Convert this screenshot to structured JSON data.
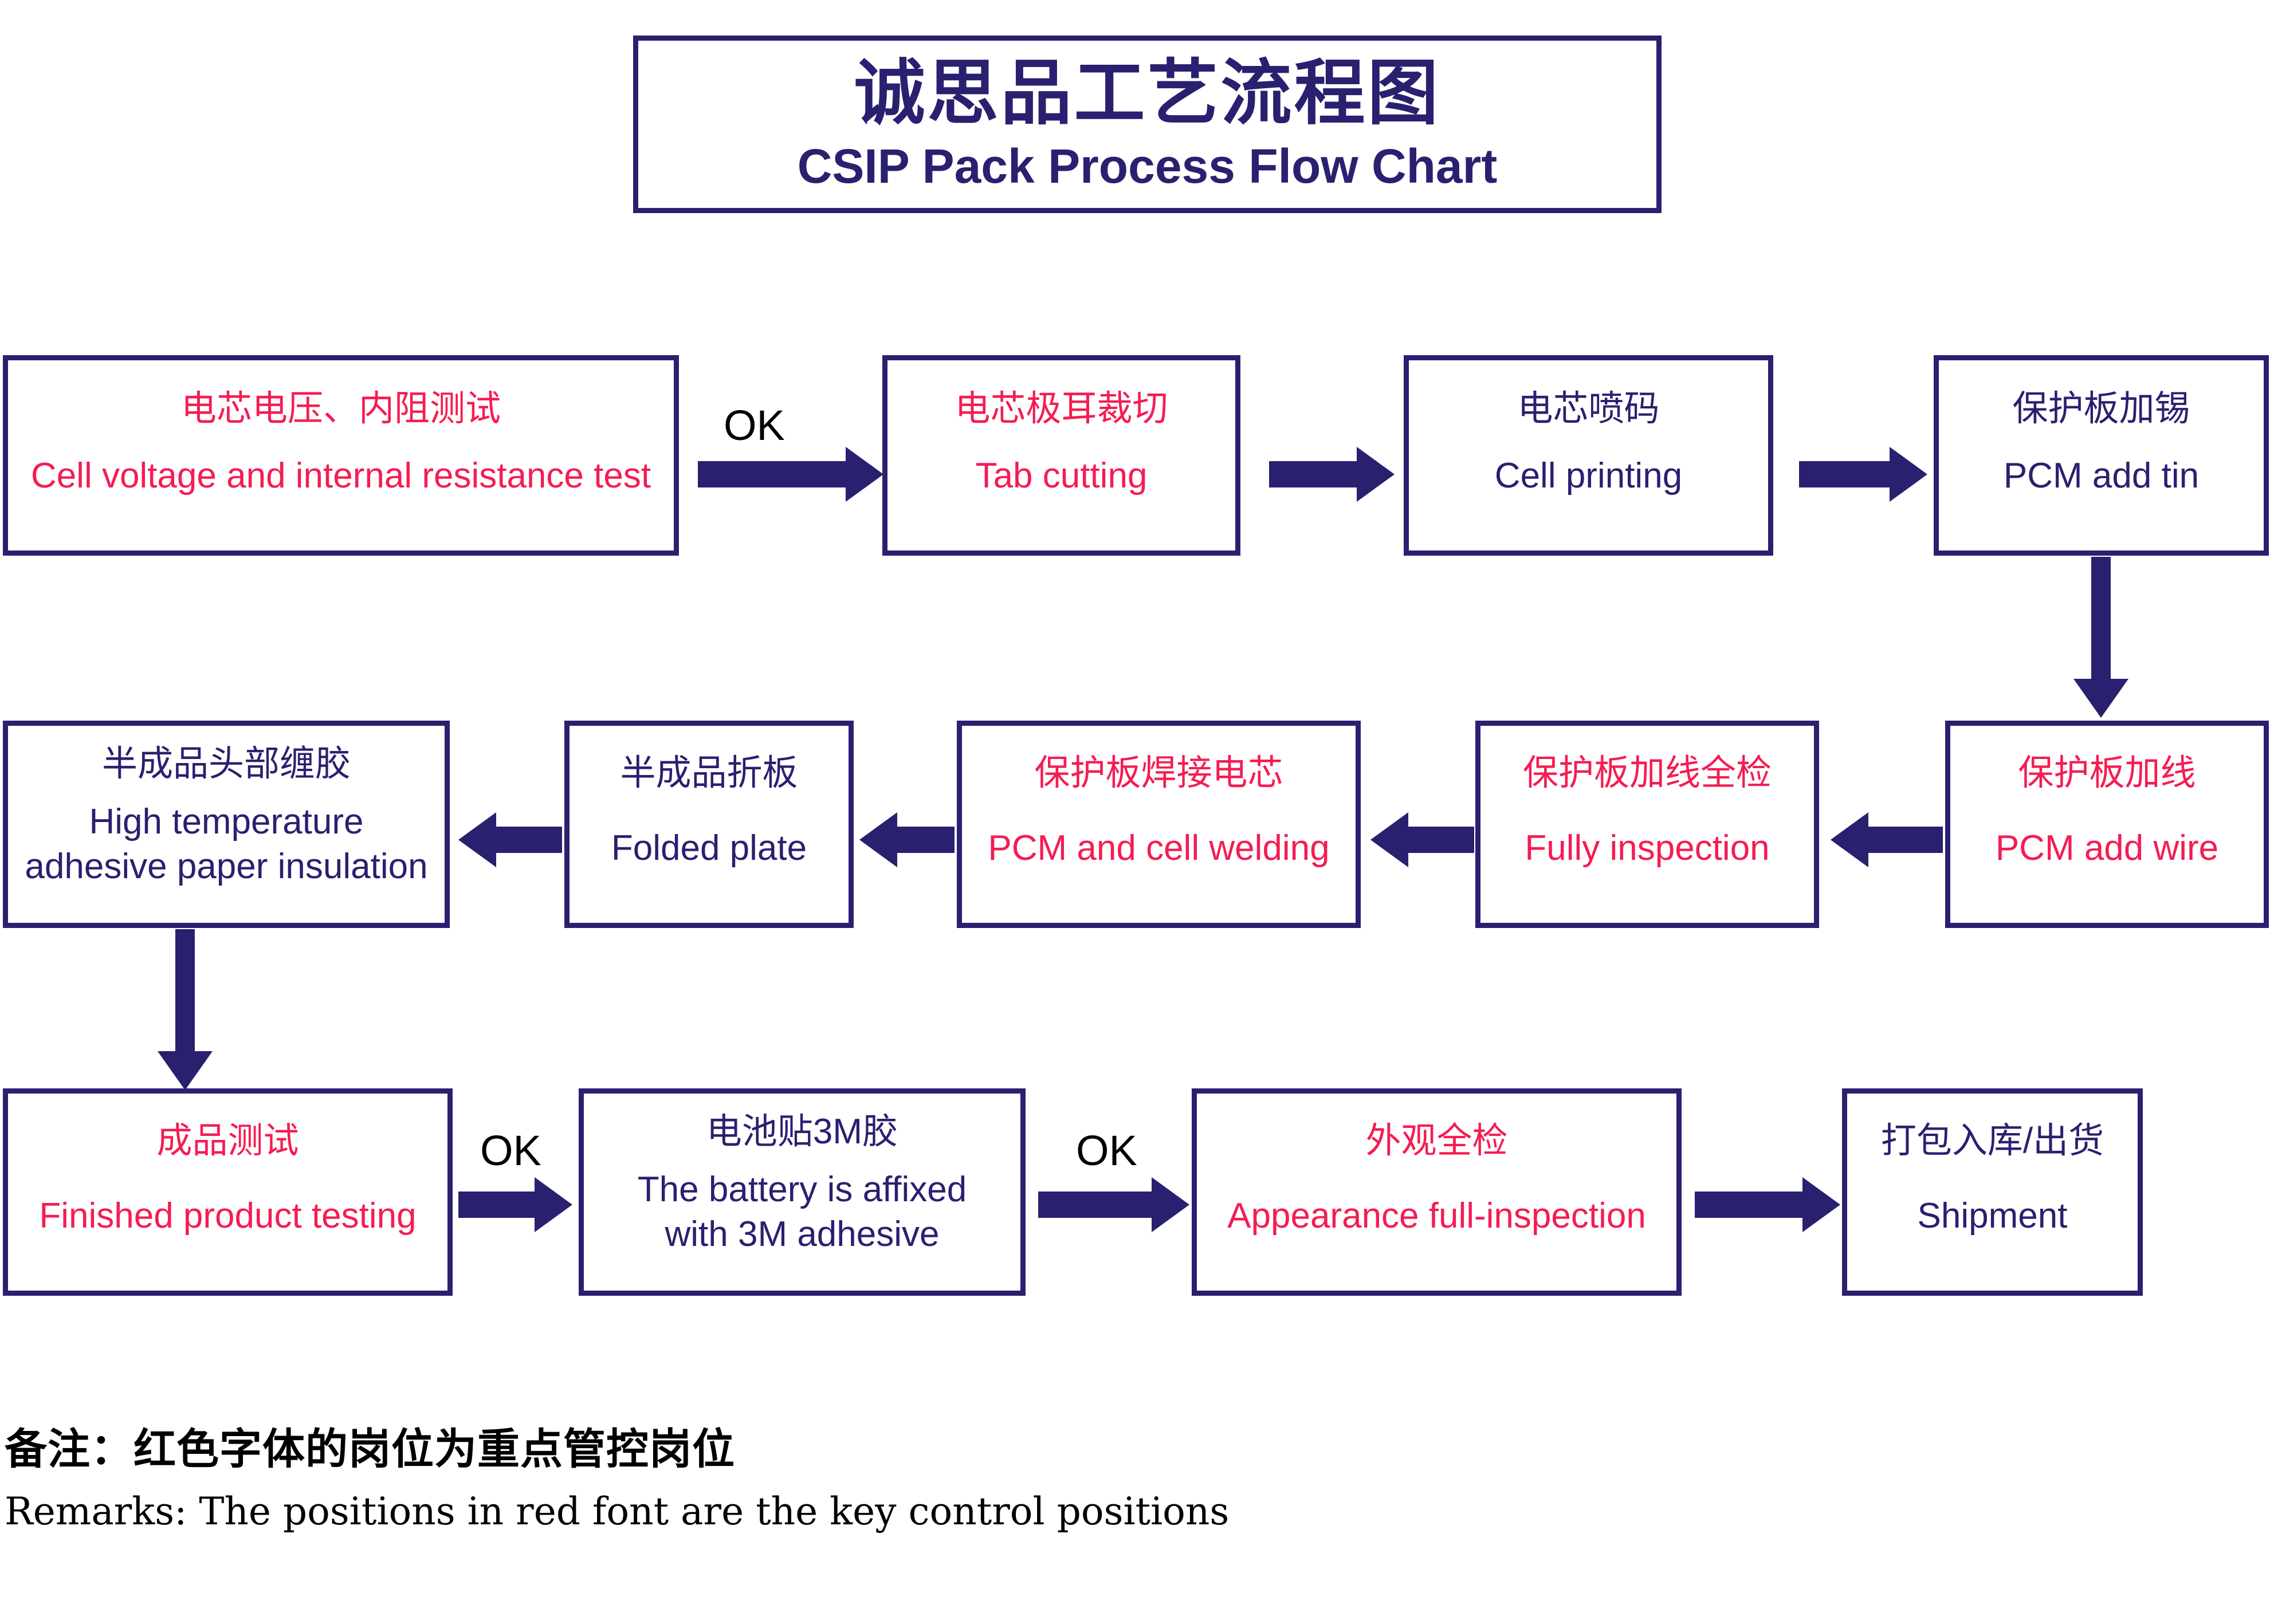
{
  "title": {
    "cn": "诚思品工艺流程图",
    "en": "CSIP Pack Process Flow Chart"
  },
  "colors": {
    "navy": "#2a2070",
    "red": "#f51c52",
    "black": "#000000",
    "background": "#ffffff"
  },
  "rows": [
    {
      "row": 1,
      "boxes": [
        {
          "cn": "电芯电压、内阻测试",
          "en": "Cell voltage and internal resistance test",
          "color": "red"
        },
        {
          "cn": "电芯极耳裁切",
          "en": "Tab cutting",
          "color": "red"
        },
        {
          "cn": "电芯喷码",
          "en": "Cell printing",
          "color": "navy"
        },
        {
          "cn": "保护板加锡",
          "en": "PCM add tin",
          "color": "navy"
        }
      ]
    },
    {
      "row": 2,
      "boxes": [
        {
          "cn": "半成品头部缠胶",
          "en_line1": "High temperature",
          "en_line2": "adhesive paper insulation",
          "color": "navy"
        },
        {
          "cn": "半成品折板",
          "en": "Folded plate",
          "color": "navy"
        },
        {
          "cn": "保护板焊接电芯",
          "en": "PCM and cell welding",
          "color": "red"
        },
        {
          "cn": "保护板加线全检",
          "en": "Fully inspection",
          "color": "red"
        },
        {
          "cn": "保护板加线",
          "en": "PCM add wire",
          "color": "red"
        }
      ]
    },
    {
      "row": 3,
      "boxes": [
        {
          "cn": "成品测试",
          "en": "Finished product testing",
          "color": "red"
        },
        {
          "cn": "电池贴3M胶",
          "en_line1": "The battery is affixed",
          "en_line2": "with 3M adhesive",
          "color": "navy"
        },
        {
          "cn": "外观全检",
          "en": "Appearance full-inspection",
          "color": "red"
        },
        {
          "cn": "打包入库/出货",
          "en": "Shipment",
          "color": "navy"
        }
      ]
    }
  ],
  "connectors": {
    "ok_labels": [
      "OK",
      "OK",
      "OK"
    ]
  },
  "remarks": {
    "cn": "备注：红色字体的岗位为重点管控岗位",
    "en": "Remarks: The positions in red font are the key control positions"
  }
}
